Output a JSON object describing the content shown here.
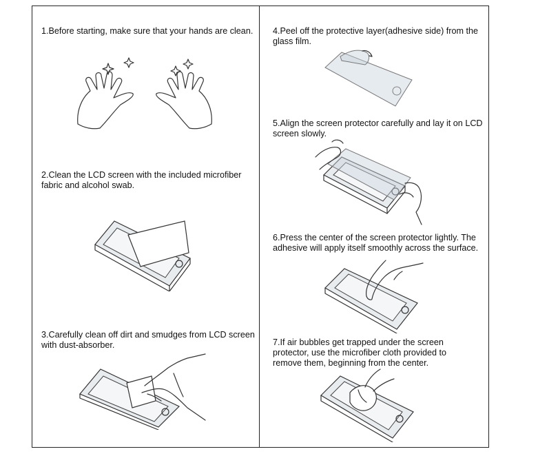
{
  "steps": [
    {
      "id": 1,
      "text": "1.Before starting, make sure that your hands are clean."
    },
    {
      "id": 2,
      "text": "2.Clean the LCD screen with the included microfiber\n   fabric and alcohol swab."
    },
    {
      "id": 3,
      "text": "3.Carefully clean off dirt and smudges from LCD screen\n   with dust-absorber."
    },
    {
      "id": 4,
      "text": "4.Peel off the protective layer(adhesive side) from the\n   glass film."
    },
    {
      "id": 5,
      "text": "5.Align the screen protector carefully and lay it on LCD\n   screen slowly."
    },
    {
      "id": 6,
      "text": "6.Press the center of the screen protector lightly. The\n   adhesive will apply itself smoothly across the surface."
    },
    {
      "id": 7,
      "text": "7.If air bubbles get trapped under the screen\n   protector, use the microfiber cloth provided to\n   remove them, beginning from the center."
    }
  ],
  "icons": {
    "step1": "clean-hands-icon",
    "step2": "phone-with-cloth-icon",
    "step3": "phone-dust-absorber-icon",
    "step4": "peel-film-icon",
    "step5": "align-protector-icon",
    "step6": "press-center-icon",
    "step7": "remove-bubbles-icon"
  }
}
